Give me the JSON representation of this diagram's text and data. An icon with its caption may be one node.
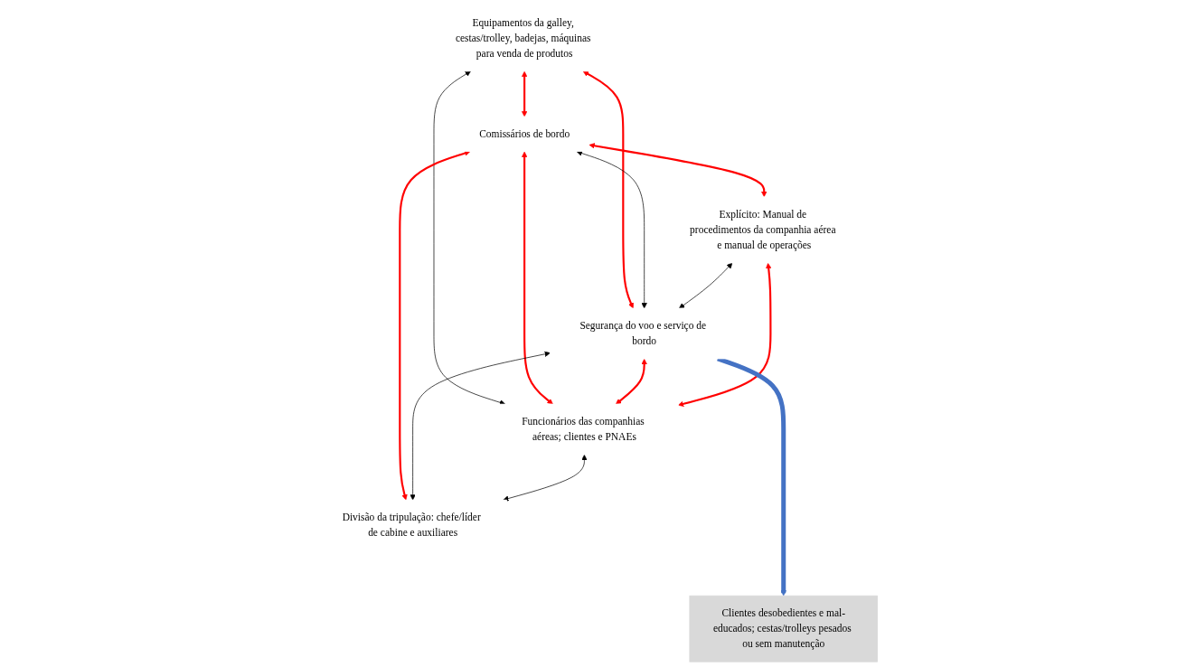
{
  "diagram": {
    "nodes": [
      {
        "text": [
          "Equipamentos da galley, cestas/trolley, badejas, máquinas para venda de produtos"
        ]
      },
      {
        "text": [
          "Comissários de bordo"
        ]
      },
      {
        "text": [
          "Segurança do voo e serviço de bordo"
        ]
      },
      {
        "text": [
          "Explícito: Manual de procedimentos da companhia aérea e manual de operações"
        ]
      },
      {
        "text": [
          "Funcionários das companhias aéreas; clientes e PNAEs"
        ]
      },
      {
        "text": [
          "Divisão da tripulação: chefe/líder de cabine e auxiliares"
        ]
      },
      {
        "text": [
          "Clientes desobedientes e mal-educados; cestas/trolleys pesados ou sem manutenção"
        ]
      }
    ],
    "edges": [
      {
        "from": 0,
        "to": 1,
        "arrow": "both"
      },
      {
        "from": 0,
        "to": 2,
        "arrow": "both"
      },
      {
        "from": 0,
        "to": 4,
        "arrow": "both",
        "color": "#000000"
      },
      {
        "from": 1,
        "to": 2,
        "arrow": "both",
        "color": "#000000"
      },
      {
        "from": 1,
        "to": 3,
        "arrow": "both"
      },
      {
        "from": 1,
        "to": 4,
        "arrow": "both"
      },
      {
        "from": 1,
        "to": 5,
        "arrow": "both"
      },
      {
        "from": 2,
        "to": 4,
        "arrow": "both"
      },
      {
        "from": 3,
        "to": 2,
        "arrow": "both",
        "color": "#000000"
      },
      {
        "from": 2,
        "to": 5,
        "arrow": "both",
        "color": "#000000"
      },
      {
        "from": 3,
        "to": 4,
        "arrow": "both"
      },
      {
        "from": 4,
        "to": 5,
        "arrow": "both",
        "color": "#000000"
      },
      {
        "from": 2,
        "to": 6,
        "arrow": "to",
        "style": "thick",
        "color": "#4472c4"
      }
    ]
  }
}
